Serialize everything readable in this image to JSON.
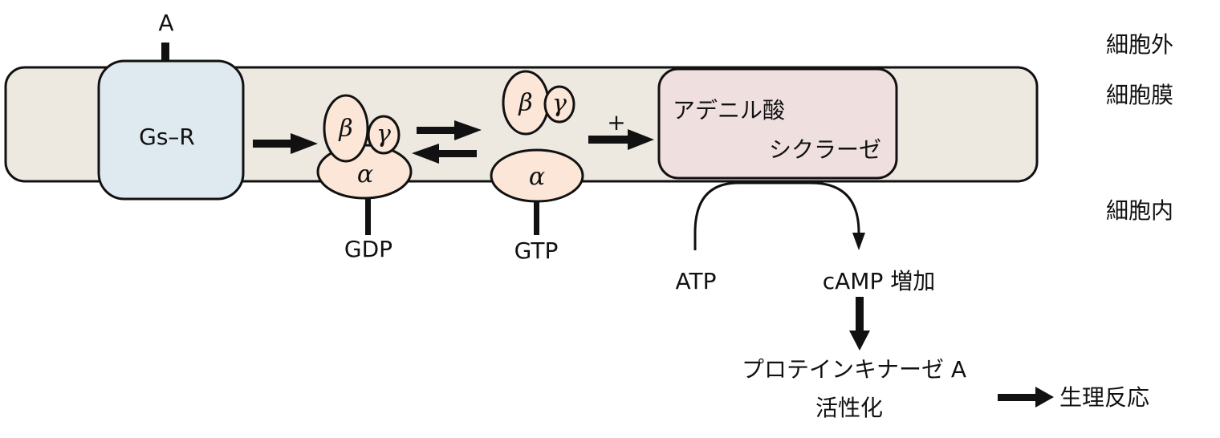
{
  "title": "Gs protein-coupled receptor signaling pathway",
  "colors": {
    "membrane": "#ede9e1",
    "receptor": "#dfeaf0",
    "gprotein": "#fbe6d8",
    "adenylate_cyclase": "#efdfdf",
    "stroke": "#111111"
  },
  "regions": {
    "extracellular": "細胞外",
    "membrane": "細胞膜",
    "intracellular": "細胞内"
  },
  "ligand": "A",
  "receptor": "Gs–R",
  "gprotein_inactive": {
    "alpha": "α",
    "beta": "β",
    "gamma": "γ",
    "nucleotide": "GDP"
  },
  "gprotein_active": {
    "alpha": "α",
    "beta": "β",
    "gamma": "γ",
    "nucleotide": "GTP"
  },
  "stimulation_sign": "+",
  "enzyme": {
    "line1": "アデニル酸",
    "line2": "シクラーゼ"
  },
  "substrate": "ATP",
  "product": "cAMP 増加",
  "kinase": {
    "line1": "プロテインキナーゼ A",
    "line2": "活性化"
  },
  "response": "生理反応"
}
